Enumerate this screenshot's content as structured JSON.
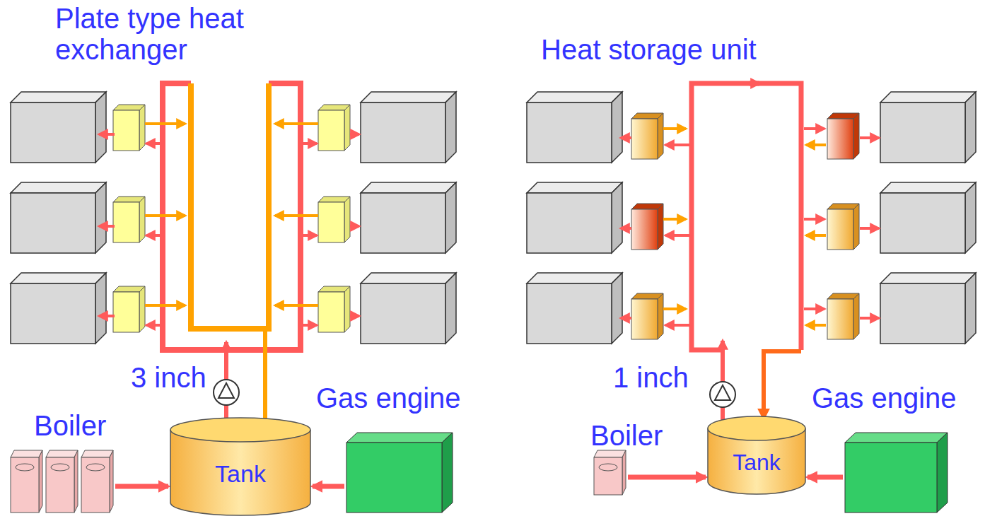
{
  "diagram": {
    "nodes": [
      {
        "text": [
          "Boiler"
        ]
      },
      {
        "text": [
          "Tank"
        ]
      },
      {
        "text": [
          "Gas engine"
        ]
      },
      {
        "text": [
          "Boiler"
        ]
      },
      {
        "text": [
          "Tank"
        ]
      },
      {
        "text": [
          "Gas engine"
        ]
      }
    ],
    "edges": [
      {
        "from": 0,
        "to": 1,
        "arrow": "to"
      },
      {
        "from": 2,
        "to": 1,
        "arrow": "to"
      },
      {
        "from": 3,
        "to": 4,
        "arrow": "to"
      },
      {
        "from": 5,
        "to": 4,
        "arrow": "to"
      }
    ],
    "labels": [
      "Plate type heat exchanger",
      "3 inch",
      "Heat storage unit",
      "1 inch"
    ]
  }
}
